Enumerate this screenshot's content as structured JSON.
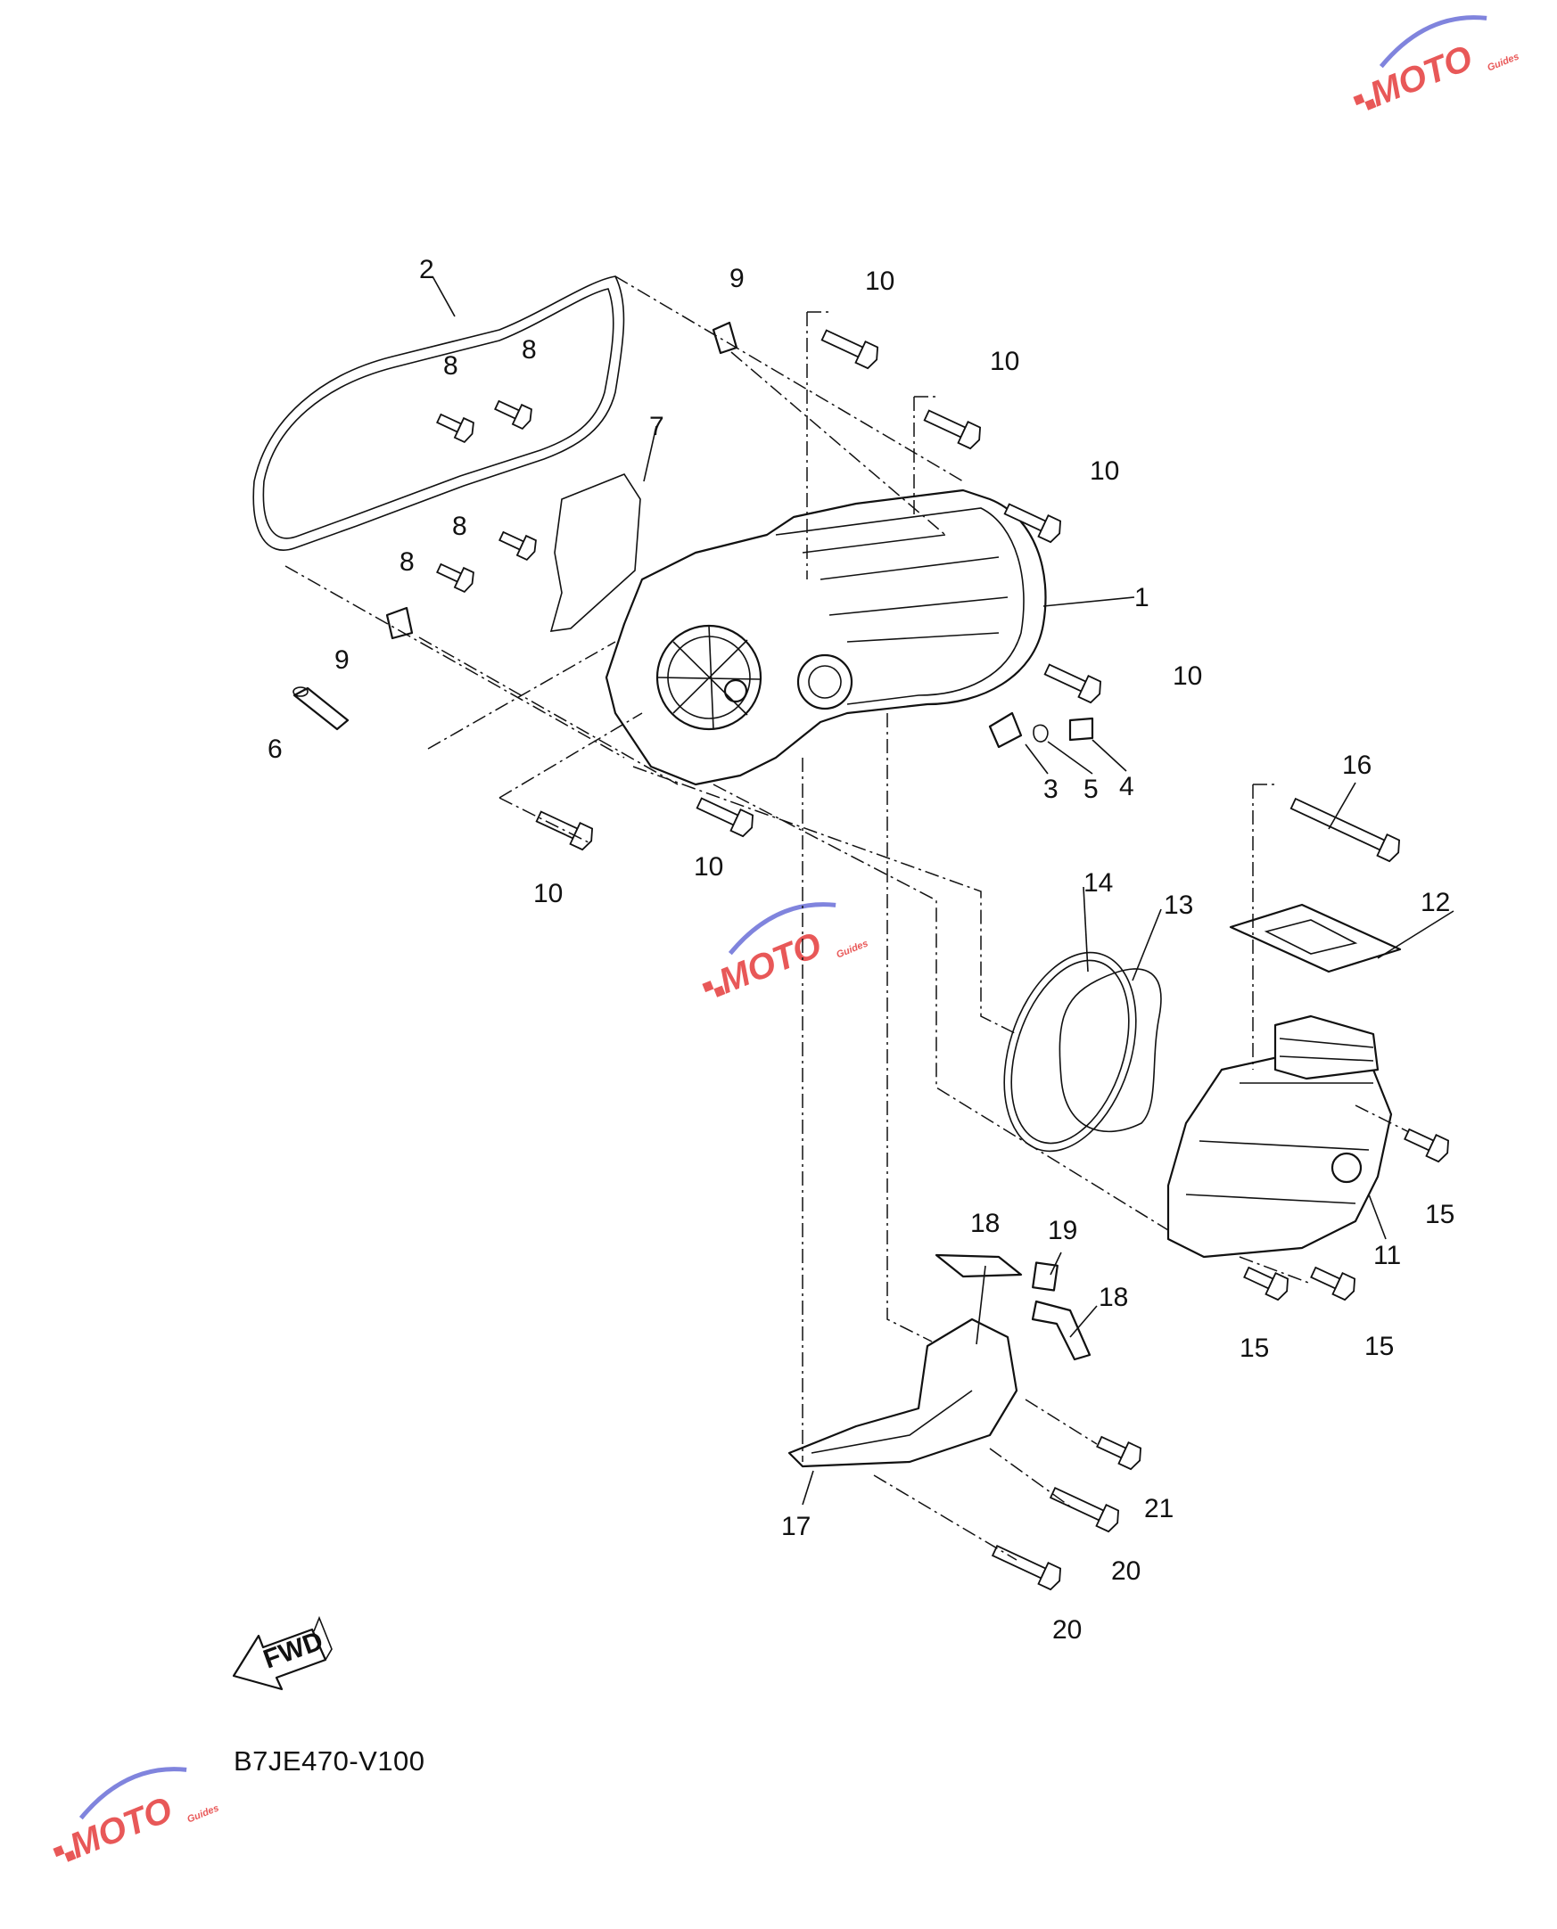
{
  "diagram": {
    "code": "B7JE470-V100",
    "fwd_label": "FWD",
    "callouts": [
      "1",
      "2",
      "3",
      "4",
      "5",
      "6",
      "7",
      "8",
      "8",
      "8",
      "8",
      "9",
      "9",
      "10",
      "10",
      "10",
      "10",
      "10",
      "10",
      "11",
      "12",
      "13",
      "14",
      "15",
      "15",
      "15",
      "16",
      "17",
      "18",
      "18",
      "19",
      "20",
      "20",
      "21"
    ]
  },
  "watermark": {
    "text": "MOTO",
    "subtext": "Guides",
    "colors": [
      "#e53b3b",
      "#6a6fd8"
    ]
  }
}
